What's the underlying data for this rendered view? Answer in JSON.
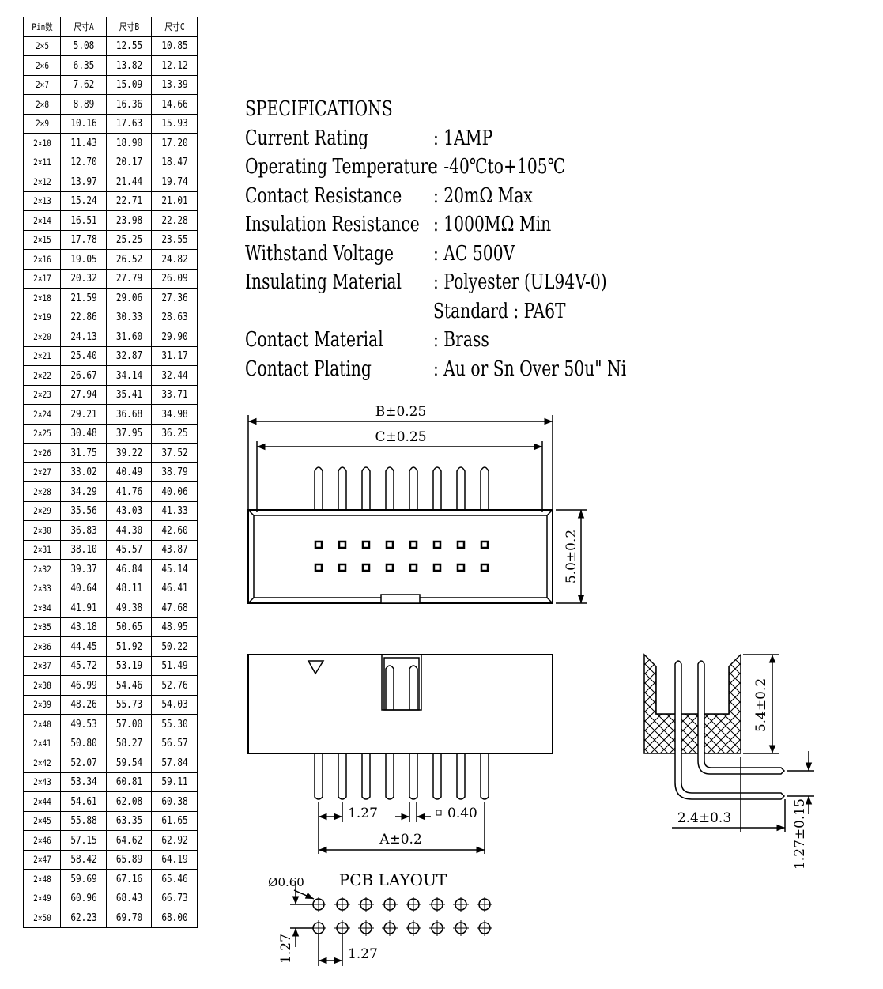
{
  "table": {
    "headers": [
      "Pin数",
      "尺寸A",
      "尺寸B",
      "尺寸C"
    ],
    "rows": [
      [
        "2×5",
        "5.08",
        "12.55",
        "10.85"
      ],
      [
        "2×6",
        "6.35",
        "13.82",
        "12.12"
      ],
      [
        "2×7",
        "7.62",
        "15.09",
        "13.39"
      ],
      [
        "2×8",
        "8.89",
        "16.36",
        "14.66"
      ],
      [
        "2×9",
        "10.16",
        "17.63",
        "15.93"
      ],
      [
        "2×10",
        "11.43",
        "18.90",
        "17.20"
      ],
      [
        "2×11",
        "12.70",
        "20.17",
        "18.47"
      ],
      [
        "2×12",
        "13.97",
        "21.44",
        "19.74"
      ],
      [
        "2×13",
        "15.24",
        "22.71",
        "21.01"
      ],
      [
        "2×14",
        "16.51",
        "23.98",
        "22.28"
      ],
      [
        "2×15",
        "17.78",
        "25.25",
        "23.55"
      ],
      [
        "2×16",
        "19.05",
        "26.52",
        "24.82"
      ],
      [
        "2×17",
        "20.32",
        "27.79",
        "26.09"
      ],
      [
        "2×18",
        "21.59",
        "29.06",
        "27.36"
      ],
      [
        "2×19",
        "22.86",
        "30.33",
        "28.63"
      ],
      [
        "2×20",
        "24.13",
        "31.60",
        "29.90"
      ],
      [
        "2×21",
        "25.40",
        "32.87",
        "31.17"
      ],
      [
        "2×22",
        "26.67",
        "34.14",
        "32.44"
      ],
      [
        "2×23",
        "27.94",
        "35.41",
        "33.71"
      ],
      [
        "2×24",
        "29.21",
        "36.68",
        "34.98"
      ],
      [
        "2×25",
        "30.48",
        "37.95",
        "36.25"
      ],
      [
        "2×26",
        "31.75",
        "39.22",
        "37.52"
      ],
      [
        "2×27",
        "33.02",
        "40.49",
        "38.79"
      ],
      [
        "2×28",
        "34.29",
        "41.76",
        "40.06"
      ],
      [
        "2×29",
        "35.56",
        "43.03",
        "41.33"
      ],
      [
        "2×30",
        "36.83",
        "44.30",
        "42.60"
      ],
      [
        "2×31",
        "38.10",
        "45.57",
        "43.87"
      ],
      [
        "2×32",
        "39.37",
        "46.84",
        "45.14"
      ],
      [
        "2×33",
        "40.64",
        "48.11",
        "46.41"
      ],
      [
        "2×34",
        "41.91",
        "49.38",
        "47.68"
      ],
      [
        "2×35",
        "43.18",
        "50.65",
        "48.95"
      ],
      [
        "2×36",
        "44.45",
        "51.92",
        "50.22"
      ],
      [
        "2×37",
        "45.72",
        "53.19",
        "51.49"
      ],
      [
        "2×38",
        "46.99",
        "54.46",
        "52.76"
      ],
      [
        "2×39",
        "48.26",
        "55.73",
        "54.03"
      ],
      [
        "2×40",
        "49.53",
        "57.00",
        "55.30"
      ],
      [
        "2×41",
        "50.80",
        "58.27",
        "56.57"
      ],
      [
        "2×42",
        "52.07",
        "59.54",
        "57.84"
      ],
      [
        "2×43",
        "53.34",
        "60.81",
        "59.11"
      ],
      [
        "2×44",
        "54.61",
        "62.08",
        "60.38"
      ],
      [
        "2×45",
        "55.88",
        "63.35",
        "61.65"
      ],
      [
        "2×46",
        "57.15",
        "64.62",
        "62.92"
      ],
      [
        "2×47",
        "58.42",
        "65.89",
        "64.19"
      ],
      [
        "2×48",
        "59.69",
        "67.16",
        "65.46"
      ],
      [
        "2×49",
        "60.96",
        "68.43",
        "66.73"
      ],
      [
        "2×50",
        "62.23",
        "69.70",
        "68.00"
      ]
    ]
  },
  "specs": {
    "title": "SPECIFICATIONS",
    "current_label": "Current Rating",
    "current_value": ": 1AMP",
    "temp_label": "Operating Temperature",
    "temp_value": ": -40℃to+105℃",
    "contact_res_label": "Contact Resistance",
    "contact_res_value": ": 20mΩ  Max",
    "insul_res_label": "Insulation Resistance",
    "insul_res_value": ": 1000MΩ  Min",
    "withstand_label": "Withstand Voltage",
    "withstand_value": ": AC 500V",
    "insul_mat_label": "Insulating Material",
    "insul_mat_value": ": Polyester (UL94V-0)",
    "insul_mat_value2": "  Standard : PA6T",
    "contact_mat_label": "Contact Material",
    "contact_mat_value": ": Brass",
    "plating_label": "Contact Plating",
    "plating_value": ": Au or Sn Over 50u\" Ni"
  },
  "dims": {
    "b": "B±0.25",
    "c": "C±0.25",
    "height_top": "5.0±0.2",
    "pitch_front": "1.27",
    "pin_width": "0.40",
    "a": "A±0.2",
    "height_side": "5.4±0.2",
    "side_offset": "2.4±0.3",
    "side_pitch": "1.27±0.15",
    "hole_dia": "Ø0.60",
    "pcb_title": "PCB LAYOUT",
    "pcb_pitch_v": "1.27",
    "pcb_pitch_h": "1.27"
  }
}
